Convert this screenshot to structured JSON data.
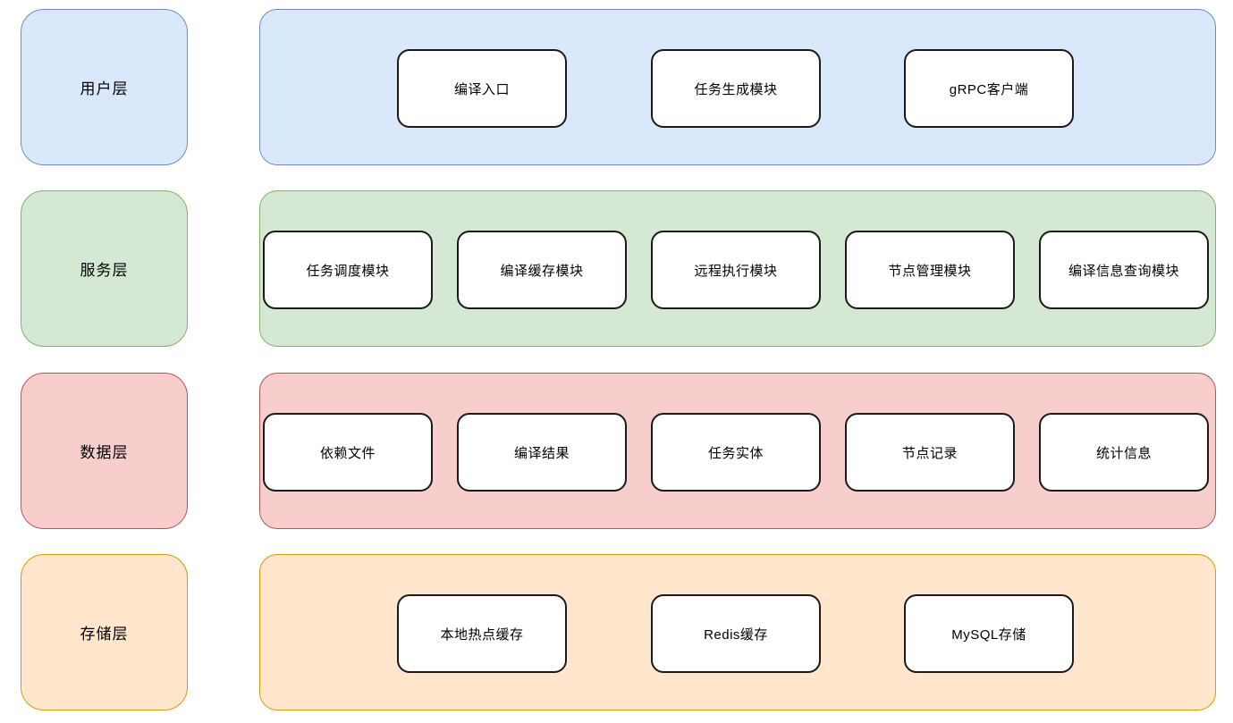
{
  "diagram": {
    "background": "#ffffff",
    "module_fill": "#ffffff",
    "module_stroke": "#1a1a1a",
    "layers": [
      {
        "name": "用户层",
        "fill": "#dae8fc",
        "stroke": "#6c8ebf",
        "modules": [
          "编译入口",
          "任务生成模块",
          "gRPC客户端"
        ]
      },
      {
        "name": "服务层",
        "fill": "#d5e8d4",
        "stroke": "#82b366",
        "modules": [
          "任务调度模块",
          "编译缓存模块",
          "远程执行模块",
          "节点管理模块",
          "编译信息查询模块"
        ]
      },
      {
        "name": "数据层",
        "fill": "#f8cecc",
        "stroke": "#b85450",
        "modules": [
          "依赖文件",
          "编译结果",
          "任务实体",
          "节点记录",
          "统计信息"
        ]
      },
      {
        "name": "存储层",
        "fill": "#ffe6cc",
        "stroke": "#d79b00",
        "modules": [
          "本地热点缓存",
          "Redis缓存",
          "MySQL存储"
        ]
      }
    ]
  }
}
